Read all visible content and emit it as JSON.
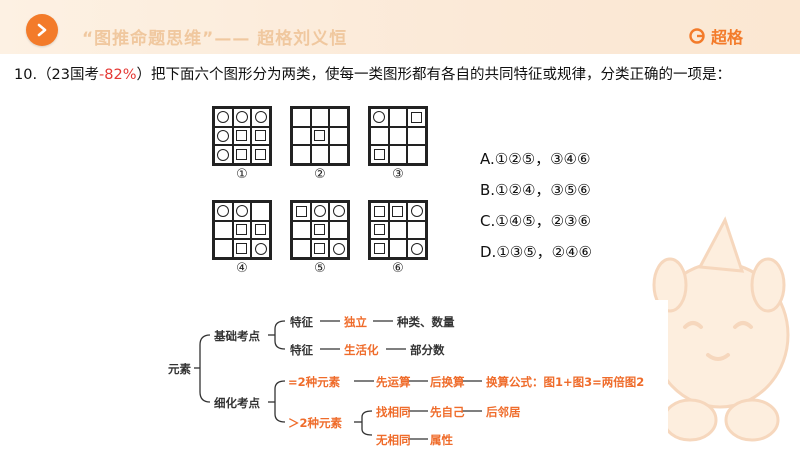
{
  "header": {
    "title": "“图推命题思维”—— 超格刘义恒",
    "brand": "超格",
    "nav_icon": "chevron-right-icon",
    "accent_color": "#f37b2a"
  },
  "question": {
    "number": "10.",
    "source_prefix": "（23国考",
    "rate": "-82%",
    "source_suffix": "）",
    "text": "把下面六个图形分为两类，使每一类图形都有各自的共同特征或规律，分类正确的一项是："
  },
  "figures": [
    {
      "label": "①",
      "cells": [
        "circle",
        "circle",
        "circle",
        "circle",
        "square",
        "square",
        "circle",
        "square",
        "square"
      ]
    },
    {
      "label": "②",
      "cells": [
        "",
        "",
        "",
        "",
        "square",
        "",
        "",
        "",
        ""
      ]
    },
    {
      "label": "③",
      "cells": [
        "circle",
        "",
        "square",
        "",
        "",
        "",
        "square",
        "",
        ""
      ]
    },
    {
      "label": "④",
      "cells": [
        "circle",
        "circle",
        "",
        "",
        "square",
        "square",
        "",
        "square",
        "circle"
      ]
    },
    {
      "label": "⑤",
      "cells": [
        "square",
        "circle",
        "circle",
        "",
        "square",
        "",
        "",
        "square",
        "circle"
      ]
    },
    {
      "label": "⑥",
      "cells": [
        "square",
        "square",
        "circle",
        "square",
        "",
        "",
        "square",
        "",
        "circle"
      ]
    }
  ],
  "options": [
    {
      "text": "A.①②⑤，③④⑥"
    },
    {
      "text": "B.①②④，③⑤⑥"
    },
    {
      "text": "C.①④⑤，②③⑥"
    },
    {
      "text": "D.①③⑤，②④⑥"
    }
  ],
  "mindmap": {
    "root": "元素",
    "basic": "基础考点",
    "feature1": "特征",
    "independent": "独立",
    "types_quantity": "种类、数量",
    "feature2": "特征",
    "lively": "生活化",
    "partial_count": "部分数",
    "detailed": "细化考点",
    "two_elements": "=2种元素",
    "compute_first": "先运算",
    "swap_after": "后换算",
    "swap_formula": "换算公式：图1+图3=两倍图2",
    "more_elements": "＞2种元素",
    "find_same": "找相同",
    "self_first": "先自己",
    "neighbor_after": "后邻居",
    "no_same": "无相同",
    "attribute": "属性"
  }
}
